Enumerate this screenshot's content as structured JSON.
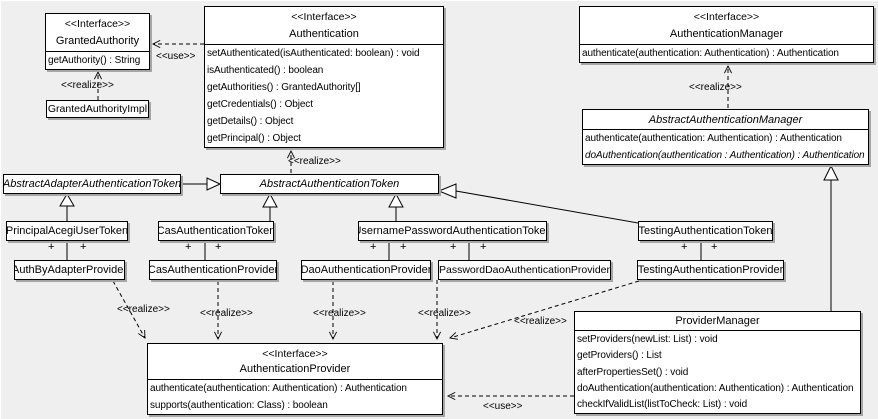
{
  "diagram": {
    "labels": {
      "use": "<<use>>",
      "realize": "<<realize>>",
      "plus": "+"
    },
    "classes": {
      "granted_authority": {
        "stereotype": "<<Interface>>",
        "name": "GrantedAuthority",
        "methods": [
          "getAuthority() : String"
        ]
      },
      "granted_authority_impl": {
        "name": "GrantedAuthorityImpl"
      },
      "authentication": {
        "stereotype": "<<Interface>>",
        "name": "Authentication",
        "methods": [
          "setAuthenticated(isAuthenticated: boolean) : void",
          "isAuthenticated() : boolean",
          "getAuthorities() : GrantedAuthority[]",
          "getCredentials() : Object",
          "getDetails() : Object",
          "getPrincipal() : Object"
        ]
      },
      "authentication_manager": {
        "stereotype": "<<Interface>>",
        "name": "AuthenticationManager",
        "methods": [
          "authenticate(authentication: Authentication) : Authentication"
        ]
      },
      "abstract_authentication_manager": {
        "name": "AbstractAuthenticationManager",
        "methods": [
          "authenticate(authentication: Authentication) : Authentication",
          "doAuthentication(authentication : Authentication) : Authentication"
        ]
      },
      "abstract_adapter_authentication_token": {
        "name": "AbstractAdapterAuthenticationToken"
      },
      "abstract_authentication_token": {
        "name": "AbstractAuthenticationToken"
      },
      "principal_acegi_user_token": {
        "name": "PrincipalAcegiUserToken"
      },
      "cas_authentication_token": {
        "name": "CasAuthenticationToken"
      },
      "username_password_authentication_token": {
        "name": "UsernamePasswordAuthenticationToken"
      },
      "testing_authentication_token": {
        "name": "TestingAuthenticationToken"
      },
      "auth_by_adapter_provider": {
        "name": "AuthByAdapterProvider"
      },
      "cas_authentication_provider": {
        "name": "CasAuthenticationProvider"
      },
      "dao_authentication_provider": {
        "name": "DaoAuthenticationProvider"
      },
      "password_dao_authentication_provider": {
        "name": "PasswordDaoAuthenticationProvider"
      },
      "testing_authentication_provider": {
        "name": "TestingAuthenticationProvider"
      },
      "authentication_provider": {
        "stereotype": "<<Interface>>",
        "name": "AuthenticationProvider",
        "methods": [
          "authenticate(authentication: Authentication) : Authentication",
          "supports(authentication: Class) : boolean"
        ]
      },
      "provider_manager": {
        "name": "ProviderManager",
        "methods": [
          "setProviders(newList: List) : void",
          "getProviders() : List",
          "afterPropertiesSet() : void",
          "doAuthentication(authentication: Authentication) : Authentication",
          "checkIfValidList(listToCheck: List) : void"
        ]
      }
    }
  }
}
